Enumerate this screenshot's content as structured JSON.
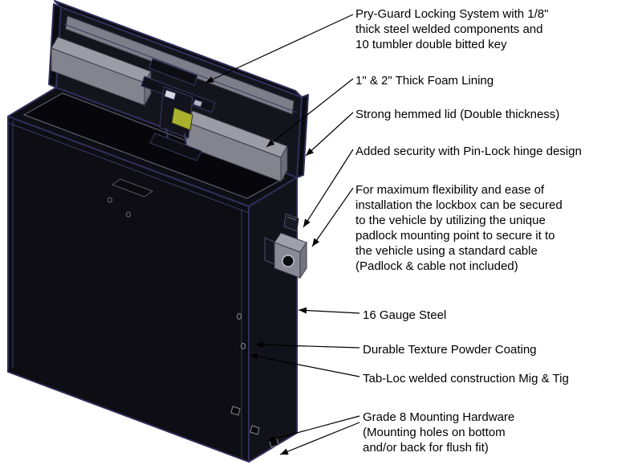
{
  "figure": {
    "type": "technical-callout-diagram",
    "subject": "Vehicle lockbox isometric cutaway drawing"
  },
  "callouts": [
    {
      "id": "pry-guard",
      "text": "Pry-Guard Locking System with 1/8\"\nthick steel welded components and\n10 tumbler double bitted key"
    },
    {
      "id": "foam-lining",
      "text": "1\" & 2\" Thick Foam Lining"
    },
    {
      "id": "hemmed-lid",
      "text": "Strong hemmed lid (Double thickness)"
    },
    {
      "id": "pin-lock-hinge",
      "text": "Added security with Pin-Lock hinge design"
    },
    {
      "id": "padlock-mount",
      "text": "For maximum flexibility and ease of\ninstallation the lockbox can be secured\nto the vehicle by utilizing the unique\npadlock mounting point to secure it to\nthe vehicle using a standard cable\n(Padlock & cable not included)"
    },
    {
      "id": "gauge-steel",
      "text": "16 Gauge Steel"
    },
    {
      "id": "powder-coating",
      "text": "Durable Texture Powder Coating"
    },
    {
      "id": "tab-loc",
      "text": "Tab-Loc welded construction Mig & Tig"
    },
    {
      "id": "mounting-hardware",
      "text": "Grade 8 Mounting Hardware\n(Mounting holes on bottom\nand/or back for flush fit)"
    }
  ],
  "diagram": {
    "parts": [
      "lockbox-body",
      "open-lid",
      "foam-blocks",
      "locking-mechanism",
      "padlock-mount-tab",
      "hinge-pin",
      "mounting-holes"
    ],
    "colors": {
      "outline": "#2f2f5a",
      "body_fill": "#0e0e15",
      "interior_fill": "#07070b",
      "foam_front": "#84848f",
      "foam_top": "#9c9ca7",
      "foam_side": "#6e6e79",
      "accent_yellow": "#a9b12f",
      "leader_line": "#000000",
      "background": "#ffffff"
    }
  }
}
